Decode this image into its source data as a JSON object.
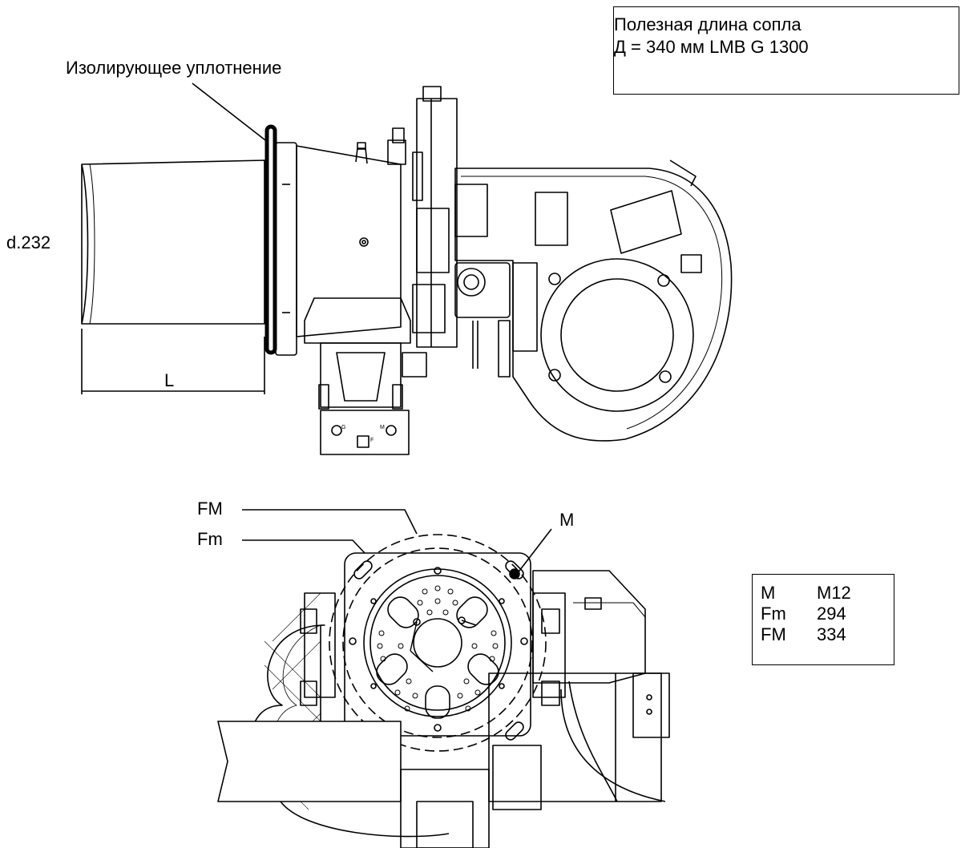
{
  "note": {
    "line1": "Полезная длина сопла",
    "line2": "Д = 340 мм LMB G 1300"
  },
  "labels": {
    "seal": "Изолирующее уплотнение",
    "diameter": "d.232",
    "length": "L",
    "fm_upper": "FM",
    "fm_lower": "Fm",
    "m": "M"
  },
  "spec_table": [
    {
      "key": "M",
      "value": "M12"
    },
    {
      "key": "Fm",
      "value": "294"
    },
    {
      "key": "FM",
      "value": "334"
    }
  ],
  "fitting_marks": {
    "left": "G",
    "right": "M",
    "bottom": "F"
  }
}
